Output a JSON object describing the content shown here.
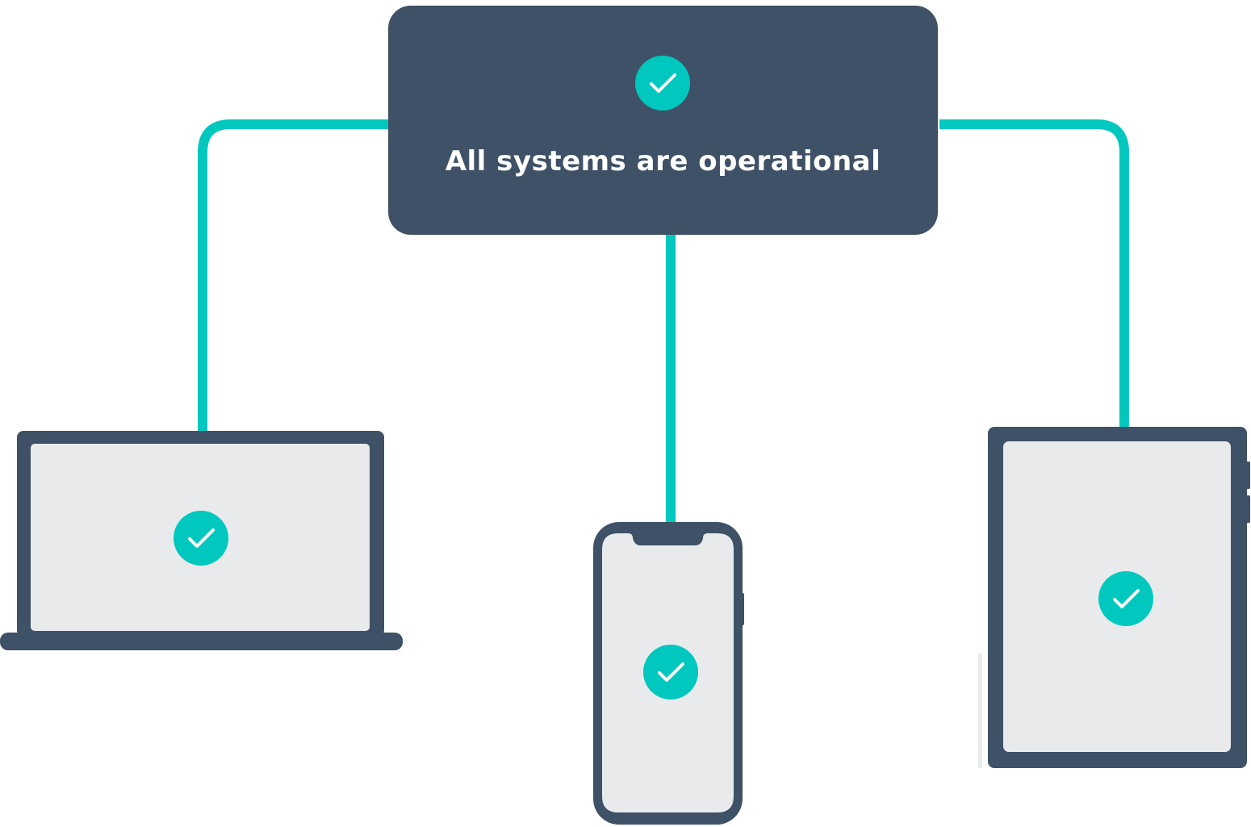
{
  "status_panel": {
    "title": "All systems are operational",
    "icon": "check-circle-icon"
  },
  "devices": [
    {
      "kind": "laptop",
      "icon": "check-circle-icon"
    },
    {
      "kind": "phone",
      "icon": "check-circle-icon"
    },
    {
      "kind": "tablet",
      "icon": "check-circle-icon"
    }
  ],
  "colors": {
    "panel": "#3e5166",
    "accent": "#00c8be",
    "screen": "#e8eaec",
    "check": "#ffffff"
  }
}
